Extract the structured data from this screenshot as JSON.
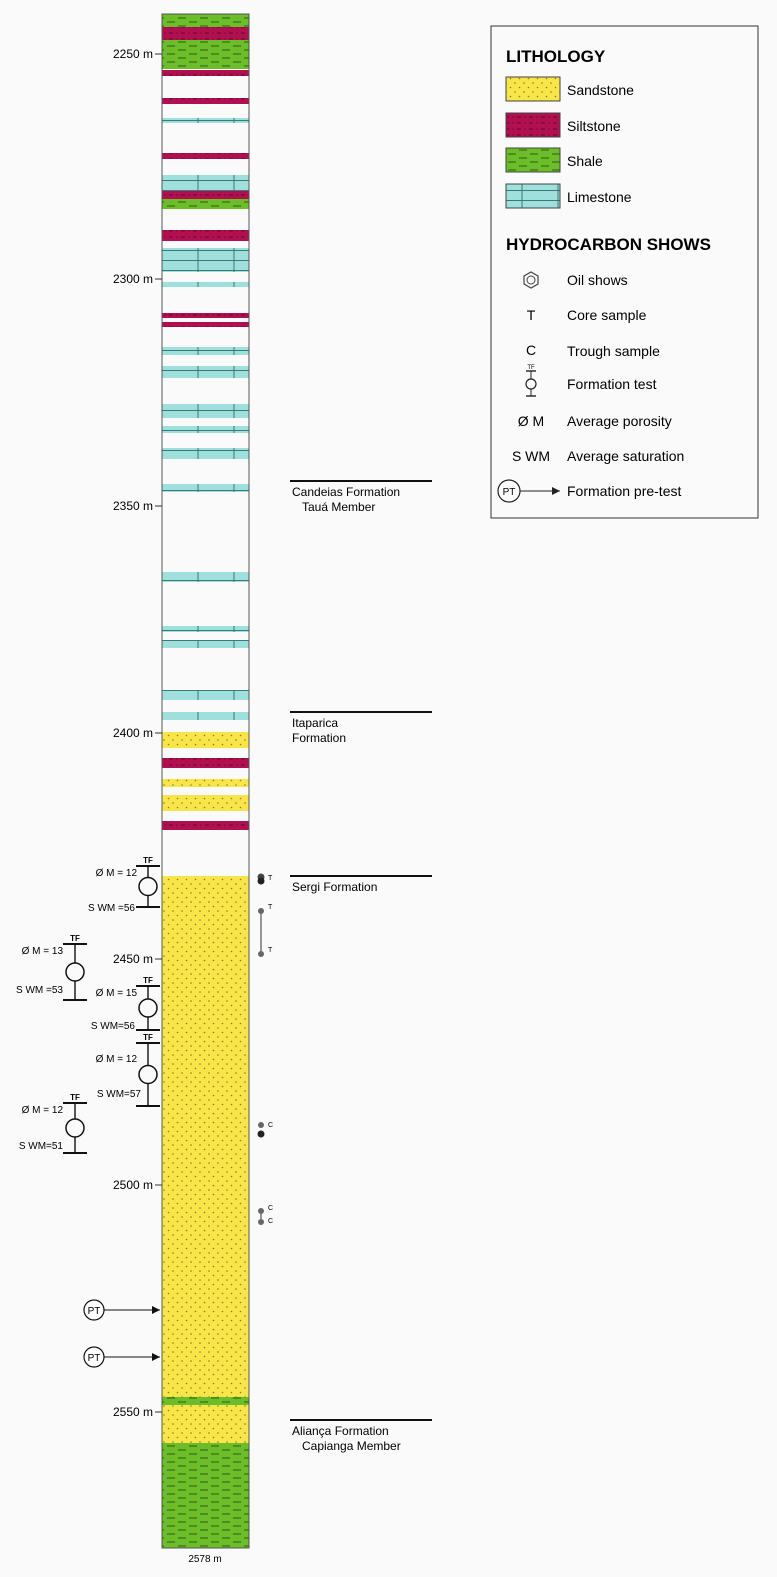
{
  "bottom_depth_label": "2578 m",
  "depth_ticks": [
    "2250 m",
    "2300 m",
    "2350 m",
    "2400 m",
    "2450 m",
    "2500 m",
    "2550 m"
  ],
  "formations": [
    [
      "Candeias Formation",
      "Tauá Member"
    ],
    [
      "Itaparica",
      "Formation"
    ],
    [
      "Sergi Formation"
    ],
    [
      "Aliança Formation",
      "Capianga Member"
    ]
  ],
  "lithology_colors": {
    "sandstone": "#f8e54a",
    "siltstone": "#b01050",
    "shale": "#6cbd2a",
    "limestone": "#9fe0dc"
  },
  "legend": {
    "lithology_title": "LITHOLOGY",
    "lithology_items": [
      "Sandstone",
      "Siltstone",
      "Shale",
      "Limestone"
    ],
    "shows_title": "HYDROCARBON SHOWS",
    "shows_items": [
      {
        "symbol": "oil-shows-icon",
        "label": "Oil shows"
      },
      {
        "symbol": "T",
        "label": "Core sample"
      },
      {
        "symbol": "C",
        "label": "Trough sample"
      },
      {
        "symbol": "formation-test-icon",
        "label": "Formation test"
      },
      {
        "symbol": "Ø M",
        "label": "Average porosity"
      },
      {
        "symbol": "S WM",
        "label": "Average saturation"
      },
      {
        "symbol": "PT",
        "label": "Formation pre-test"
      }
    ],
    "tf_label": "TF"
  },
  "formation_tests": [
    {
      "tf": "TF",
      "porosity": "Ø M = 12",
      "saturation": "S WM =56"
    },
    {
      "tf": "TF",
      "porosity": "Ø M = 13",
      "saturation": "S WM =53"
    },
    {
      "tf": "TF",
      "porosity": "Ø M = 15",
      "saturation": "S WM=56"
    },
    {
      "tf": "TF",
      "porosity": "Ø M = 12",
      "saturation": "S WM=57"
    },
    {
      "tf": "TF",
      "porosity": "Ø M = 12",
      "saturation": "S WM=51"
    }
  ],
  "pretests": [
    "PT",
    "PT"
  ],
  "shows_markers": [
    {
      "letter": "T"
    },
    {
      "letter": "T"
    },
    {
      "letter": "T"
    },
    {
      "letter": "C"
    },
    {
      "letter": "C"
    },
    {
      "letter": "C"
    }
  ]
}
